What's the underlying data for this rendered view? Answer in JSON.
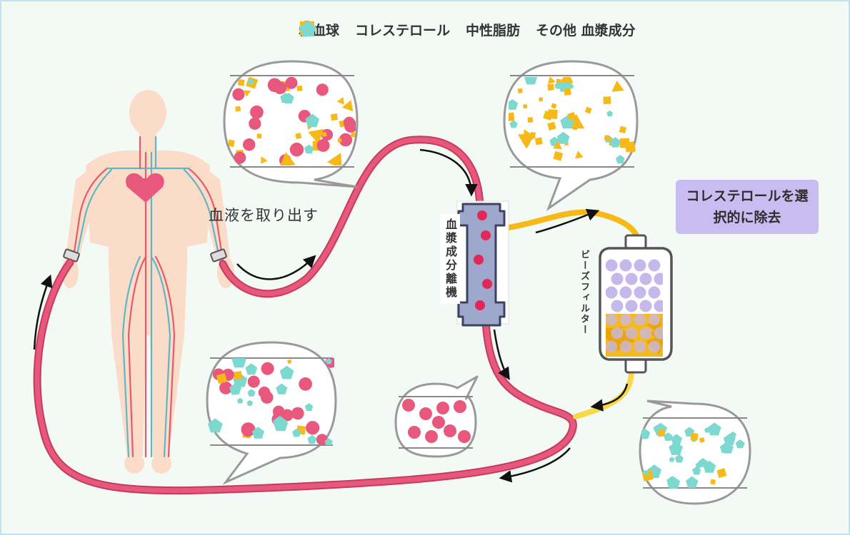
{
  "legend": [
    {
      "shape": "circle",
      "label": "赤血球",
      "color": "#e8577c"
    },
    {
      "shape": "square",
      "label": "コレステロール",
      "color": "#f7b917"
    },
    {
      "shape": "triangle",
      "label": "中性脂肪",
      "color": "#f7b917"
    },
    {
      "shape": "pentagon",
      "label": "その他 血漿成分",
      "color": "#7dd9d0"
    }
  ],
  "labels": {
    "extract_blood": "血液を取り出す",
    "plasma_separator": "血漿成分離機",
    "bead_filter": "ビーズフィルター",
    "remove_cholesterol": "コレステロールを選択的に除去"
  },
  "colors": {
    "blood": "#e8577c",
    "plasma": "#f7b917",
    "purified_plasma": "#f6d84a",
    "bead": "#c7b8ec",
    "background": "#f3faf6",
    "callout": "#c9bcf0"
  },
  "diagram": {
    "bubbles": [
      {
        "id": "bubble-drawn-blood",
        "contents": [
          "red-cell",
          "cholesterol",
          "triglyceride",
          "plasma"
        ]
      },
      {
        "id": "bubble-separated-plasma",
        "contents": [
          "cholesterol",
          "triglyceride",
          "plasma"
        ]
      },
      {
        "id": "bubble-separated-cells",
        "contents": [
          "red-cell"
        ]
      },
      {
        "id": "bubble-filtered-plasma",
        "contents": [
          "plasma",
          "cholesterol"
        ]
      },
      {
        "id": "bubble-returned-blood",
        "contents": [
          "red-cell",
          "plasma",
          "cholesterol"
        ]
      }
    ]
  }
}
